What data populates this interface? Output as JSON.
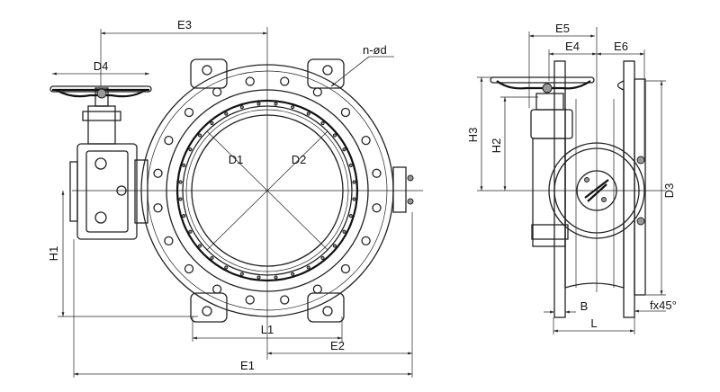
{
  "title": "Double flanged butterfly valve dimension drawing",
  "front_view": {
    "labels": {
      "E3": "E3",
      "D4": "D4",
      "nd": "n-ød",
      "D1": "D1",
      "D2": "D2",
      "H1": "H1",
      "L1": "L1",
      "E2": "E2",
      "E1": "E1"
    }
  },
  "side_view": {
    "labels": {
      "E5": "E5",
      "E4": "E4",
      "E6": "E6",
      "H3": "H3",
      "H2": "H2",
      "D3": "D3",
      "B": "B",
      "L": "L",
      "f": "fx45°"
    }
  },
  "colors": {
    "line": "#222222",
    "background": "#ffffff"
  }
}
